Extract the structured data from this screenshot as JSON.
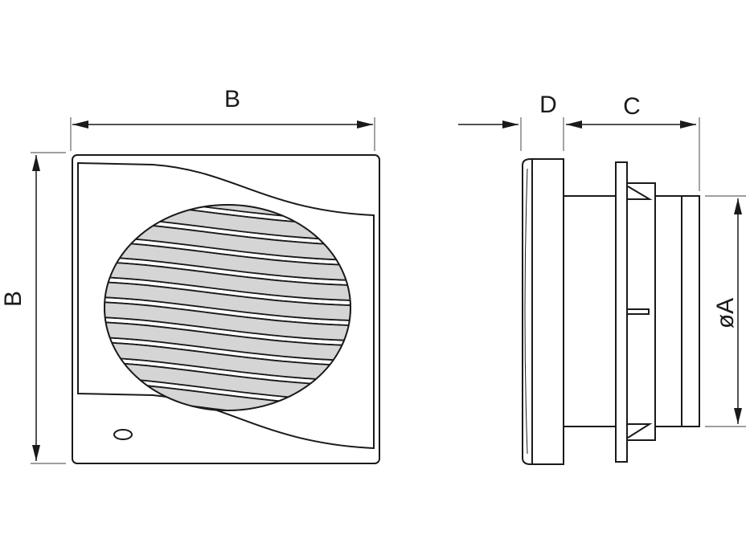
{
  "labels": {
    "width_top": "B",
    "height_left": "B",
    "depth_front": "D",
    "depth_body": "C",
    "diameter": "øA"
  },
  "colors": {
    "line": "#1a1a1a",
    "dimension": "#555555"
  }
}
